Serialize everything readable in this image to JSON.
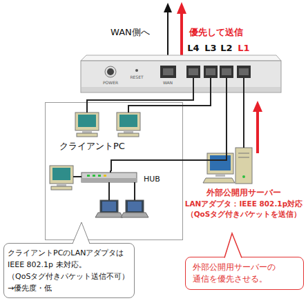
{
  "diagram": {
    "nodes": [
      {
        "text": [
          "POWER",
          "RESET",
          "WAN"
        ]
      },
      {
        "text": [
          "クライアントPC"
        ]
      },
      {
        "text": [
          "HUB"
        ],
        "in": 1
      },
      {
        "text": [
          "外部公開用サーバー",
          "LANアダプタ：IEEE 802.1p対応 （QoSタグ付きパケットを送信）"
        ]
      },
      {
        "text": [
          "クライアントPCのLANアダプタは IEEE 802.1p 未対応。 （QoSタグ付きパケット送信不可） →優先度・低"
        ]
      },
      {
        "text": [
          "外部公開用サーバーの 通信を優先させる。"
        ]
      }
    ],
    "edges": [
      {
        "from": 0,
        "to": 2,
        "arrow": "none"
      },
      {
        "from": 0,
        "to": 3,
        "arrow": "none"
      }
    ],
    "labels": [
      "WAN側へ",
      "優先して送信",
      "L4",
      "L3",
      "L2",
      "L1"
    ]
  }
}
